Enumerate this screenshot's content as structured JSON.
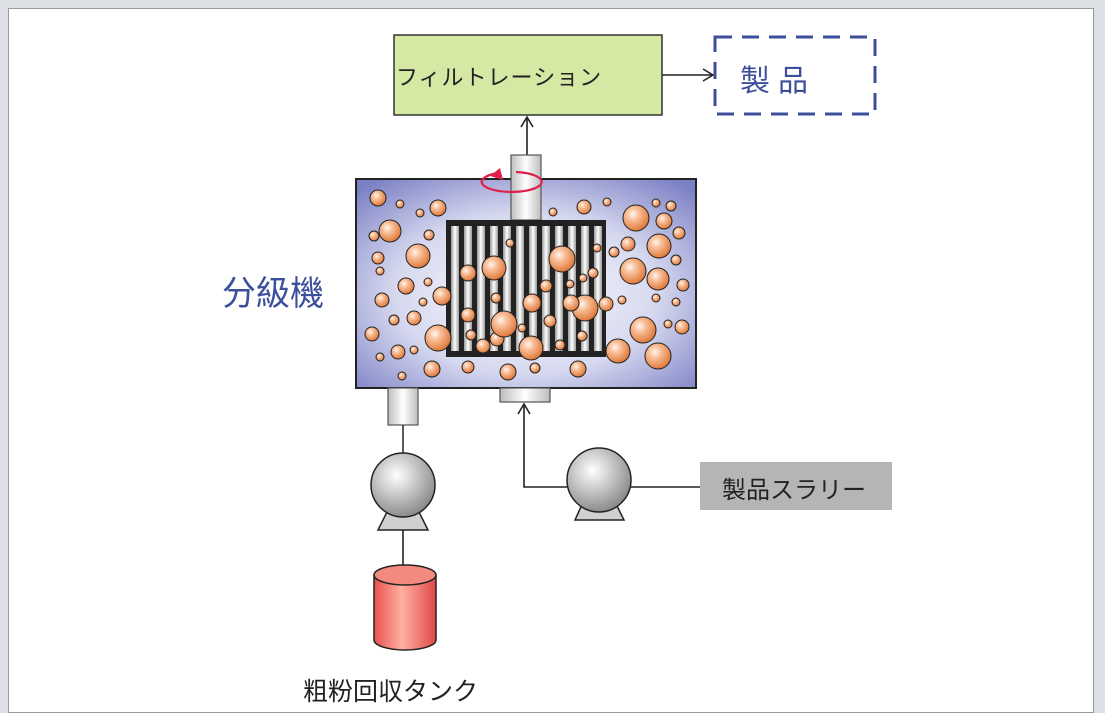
{
  "labels": {
    "filtration": "フィルトレーション",
    "product": "製品",
    "classifier": "分級機",
    "product_slurry": "製品スラリー",
    "coarse_powder_tank": "粗粉回収タンク"
  },
  "colors": {
    "filter_box": "#d5e8a4",
    "product_dashed": "#3c4f9c",
    "classifier_text": "#3c4f9c",
    "rotation_arrow": "#e0204a",
    "particle": "#f2a36c",
    "slurry_box": "#b5b5b5",
    "tank": "#f07070"
  },
  "icons": [
    "pump-icon",
    "rotation-arrow-icon",
    "particle-icon",
    "tank-icon"
  ]
}
